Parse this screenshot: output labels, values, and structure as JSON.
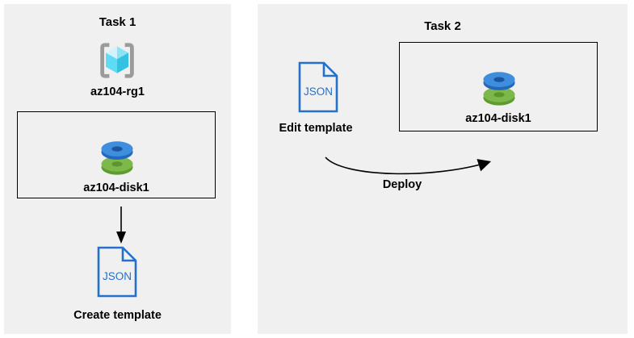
{
  "panels": {
    "task1": {
      "title": "Task 1",
      "resource_group_label": "az104-rg1",
      "disk_label": "az104-disk1",
      "json_icon_label": "JSON",
      "action_label": "Create template"
    },
    "task2": {
      "title": "Task 2",
      "json_icon_label": "JSON",
      "edit_label": "Edit template",
      "disk_label": "az104-disk1",
      "deploy_label": "Deploy"
    }
  },
  "colors": {
    "panel_bg": "#f0f0f0",
    "box_border": "#000000",
    "text": "#000000",
    "arrow": "#000000",
    "json_blue": "#2570c9",
    "rg_bracket": "#9b9b9b",
    "rg_cube_top_left": "#d2f3fc",
    "rg_cube_top_right": "#8ae4f6",
    "rg_cube_left": "#5fdcf5",
    "rg_cube_right": "#35c1e1",
    "disk_blue_top": "#3e8edd",
    "disk_blue_rim": "#2368bd",
    "disk_blue_hole": "#1a55a0",
    "disk_green_top": "#7cb94a",
    "disk_green_rim": "#5f9c2f",
    "disk_green_hole": "#5c9530"
  }
}
